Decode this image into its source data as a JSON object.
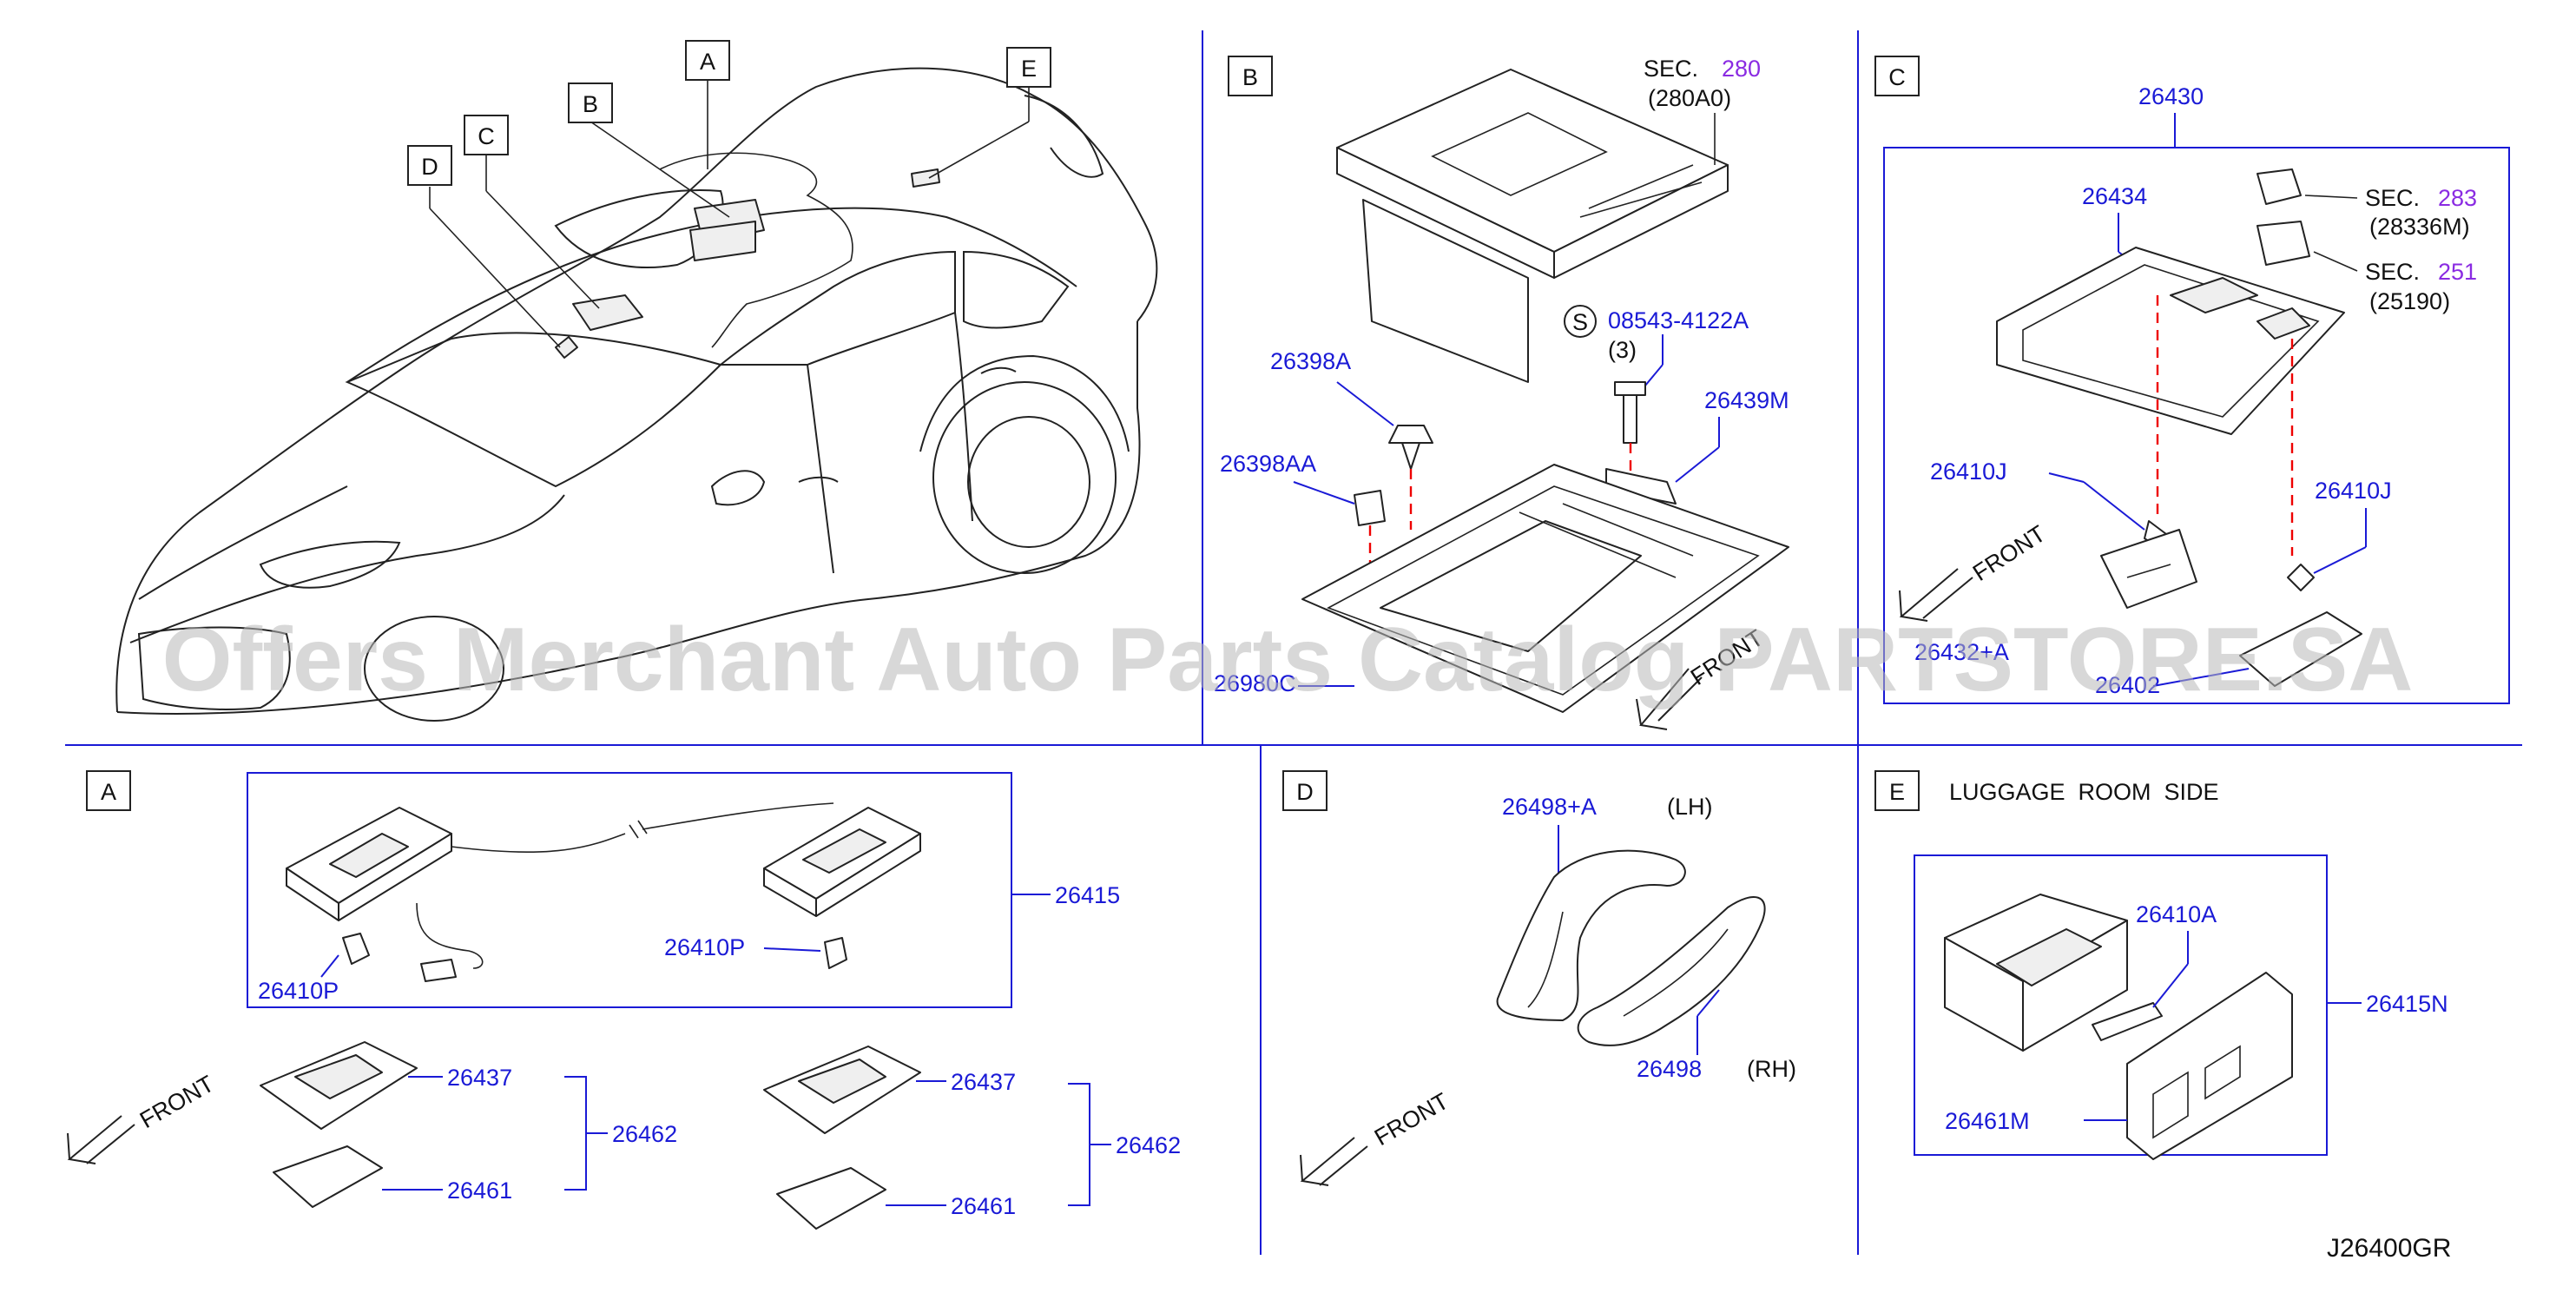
{
  "callout_letters": {
    "A": "A",
    "B": "B",
    "C": "C",
    "D": "D",
    "E": "E"
  },
  "panel_b": {
    "sec_280_prefix": "SEC.",
    "sec_280_num": "280",
    "sec_280_sub": "(280A0)",
    "screw_symbol": "S",
    "screw_code": "08543-4122A",
    "screw_qty": "(3)",
    "p26398A": "26398A",
    "p26398AA": "26398AA",
    "p26439M": "26439M",
    "p26980C": "26980C",
    "front": "FRONT"
  },
  "panel_c": {
    "p26430": "26430",
    "p26434": "26434",
    "sec283_prefix": "SEC.",
    "sec283_num": "283",
    "sec283_sub": "(28336M)",
    "sec251_prefix": "SEC.",
    "sec251_num": "251",
    "sec251_sub": "(25190)",
    "p26410J_a": "26410J",
    "p26410J_b": "26410J",
    "p26432": "26432+A",
    "p26402": "26402",
    "front": "FRONT"
  },
  "panel_a": {
    "p26415": "26415",
    "p26410P_a": "26410P",
    "p26410P_b": "26410P",
    "p26437_a": "26437",
    "p26462_a": "26462",
    "p26461_a": "26461",
    "p26437_b": "26437",
    "p26462_b": "26462",
    "p26461_b": "26461",
    "front": "FRONT"
  },
  "panel_d": {
    "p26498A": "26498+A",
    "lh": "(LH)",
    "p26498": "26498",
    "rh": "(RH)",
    "front": "FRONT"
  },
  "panel_e": {
    "title": "LUGGAGE  ROOM  SIDE",
    "p26410A": "26410A",
    "p26415N": "26415N",
    "p26461M": "26461M"
  },
  "diagram_code": "J26400GR",
  "watermark": "Offers Merchant Auto Parts Catalog PARTSTORE.SA"
}
